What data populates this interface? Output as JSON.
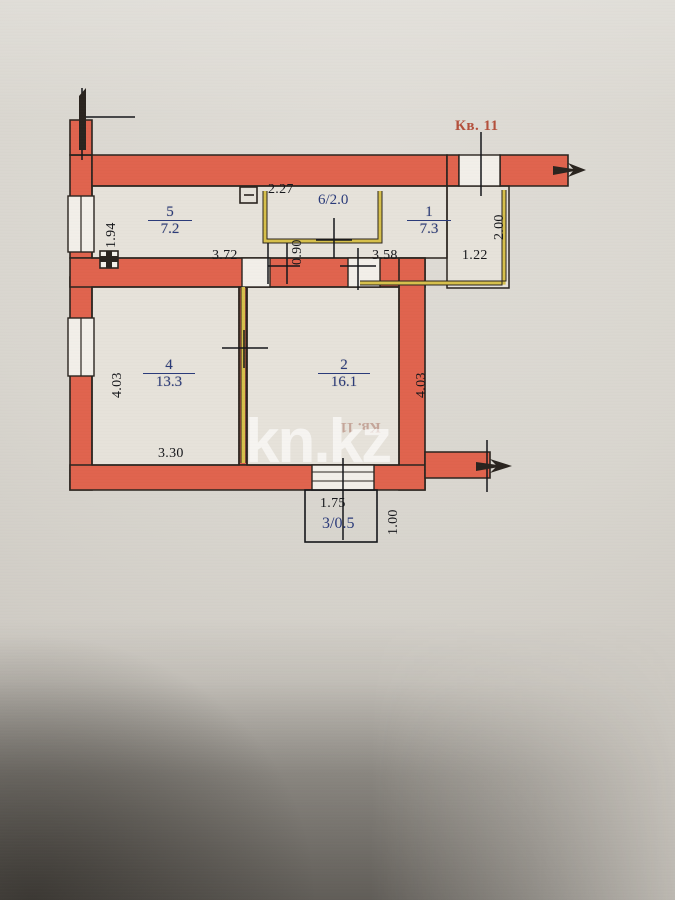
{
  "plan": {
    "apartment_label": "Кв. 11",
    "apartment_label_mirrored": "Кв. 11",
    "watermark": "kn",
    "watermark_dot": ".",
    "watermark_tld": "kz",
    "rooms": [
      {
        "id": "room-5",
        "number": "5",
        "area": "7.2"
      },
      {
        "id": "room-4",
        "number": "4",
        "area": "13.3"
      },
      {
        "id": "room-2",
        "number": "2",
        "area": "16.1"
      },
      {
        "id": "room-1",
        "number": "1",
        "area": "7.3"
      }
    ],
    "inline_rooms": [
      {
        "id": "room-6",
        "label": "6/2.0"
      },
      {
        "id": "room-balcony",
        "label": "3/0.5"
      }
    ],
    "dimensions": {
      "left_top_vertical": "1.94",
      "left_bottom_vertical": "4.03",
      "right_bottom_vertical": "4.03",
      "bathroom_width": "2.27",
      "bathroom_depth": "0.90",
      "hall_width": "3.72",
      "room2_width": "3.58",
      "entry_vertical": "2.00",
      "entry_horizontal": "1.22",
      "room4_width": "3.30",
      "balcony_width": "1.75",
      "balcony_depth": "1.00"
    }
  },
  "colors": {
    "wall_fill": "#e0644e",
    "wall_stroke": "#2a241f",
    "room_fill": "#e6e2da",
    "label_blue": "#2b3b7a",
    "accent_red": "#b4503c",
    "dim_yellow": "#d9c24a",
    "paper": "#d9d6cf"
  }
}
